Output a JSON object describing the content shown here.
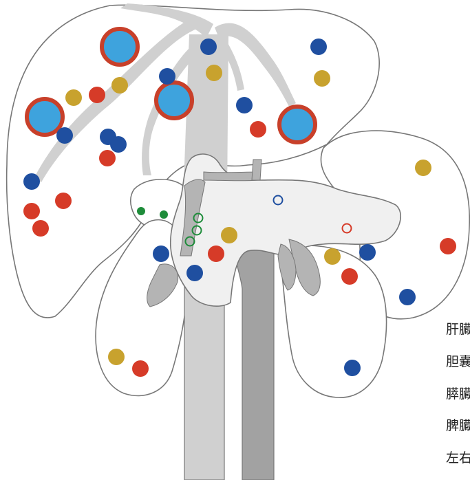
{
  "legend": {
    "items": [
      {
        "label": "肝臓"
      },
      {
        "label": "胆嚢"
      },
      {
        "label": "膵臓"
      },
      {
        "label": "脾臓"
      },
      {
        "label": "左右"
      }
    ]
  },
  "colors": {
    "outline": "#777777",
    "organ_fill": "#ffffff",
    "pancreas_fill": "#f0f0f0",
    "vessel_light": "#d0d0d0",
    "vessel_mid": "#b4b4b4",
    "vessel_dark": "#a2a2a2",
    "blue": "#1f4fa0",
    "red": "#d63b28",
    "gold": "#c8a22e",
    "green": "#1e8c3a",
    "large_lesion_fill": "#3ea3dd",
    "large_lesion_ring": "#c8402a"
  },
  "icons": {
    "blue_dot": "filled-circle",
    "red_dot": "filled-circle",
    "gold_dot": "filled-circle",
    "green_dot": "filled-circle",
    "open_circle": "ring",
    "large_lesion": "ringed-circle"
  }
}
